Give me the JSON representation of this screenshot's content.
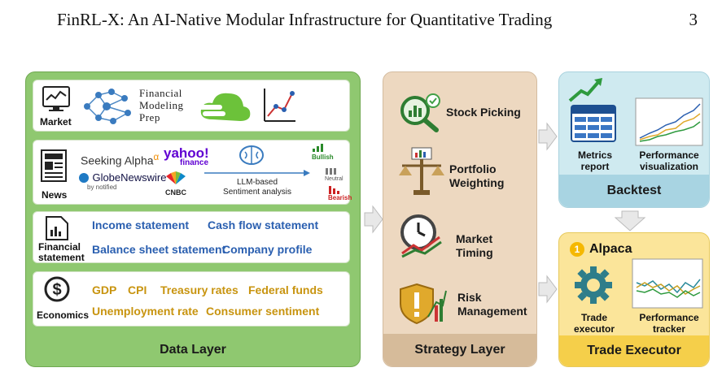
{
  "header": {
    "title": "FinRL-X: An AI-Native Modular Infrastructure for Quantitative Trading",
    "page_number": "3"
  },
  "data_layer": {
    "label": "Data Layer",
    "market": {
      "label": "Market",
      "source": [
        "Financial",
        "Modeling",
        "Prep"
      ]
    },
    "news": {
      "label": "News",
      "sources": [
        "Seeking Alpha",
        "α",
        "yahoo!",
        "finance",
        "GlobeNewswire",
        "by notified",
        "CNBC"
      ],
      "sentiment_label": "LLM-based\nSentiment analysis",
      "sentiments": [
        "Bullish",
        "Neutral",
        "Bearish"
      ]
    },
    "financial": {
      "label": "Financial\nstatement",
      "items": [
        "Income statement",
        "Cash flow statement",
        "Balance sheet statement",
        "Company profile"
      ]
    },
    "economics": {
      "label": "Economics",
      "row1": [
        "GDP",
        "CPI",
        "Treasury rates",
        "Federal funds"
      ],
      "row2": [
        "Unemployment rate",
        "Consumer sentiment"
      ]
    }
  },
  "strategy_layer": {
    "label": "Strategy Layer",
    "items": [
      "Stock Picking",
      "Portfolio\nWeighting",
      "Market\nTiming",
      "Risk\nManagement"
    ]
  },
  "backtest": {
    "label": "Backtest",
    "items": [
      "Metrics\nreport",
      "Performance\nvisualization"
    ]
  },
  "executor": {
    "label": "Trade Executor",
    "brand": "Alpaca",
    "items": [
      "Trade\nexecutor",
      "Performance\ntracker"
    ]
  }
}
